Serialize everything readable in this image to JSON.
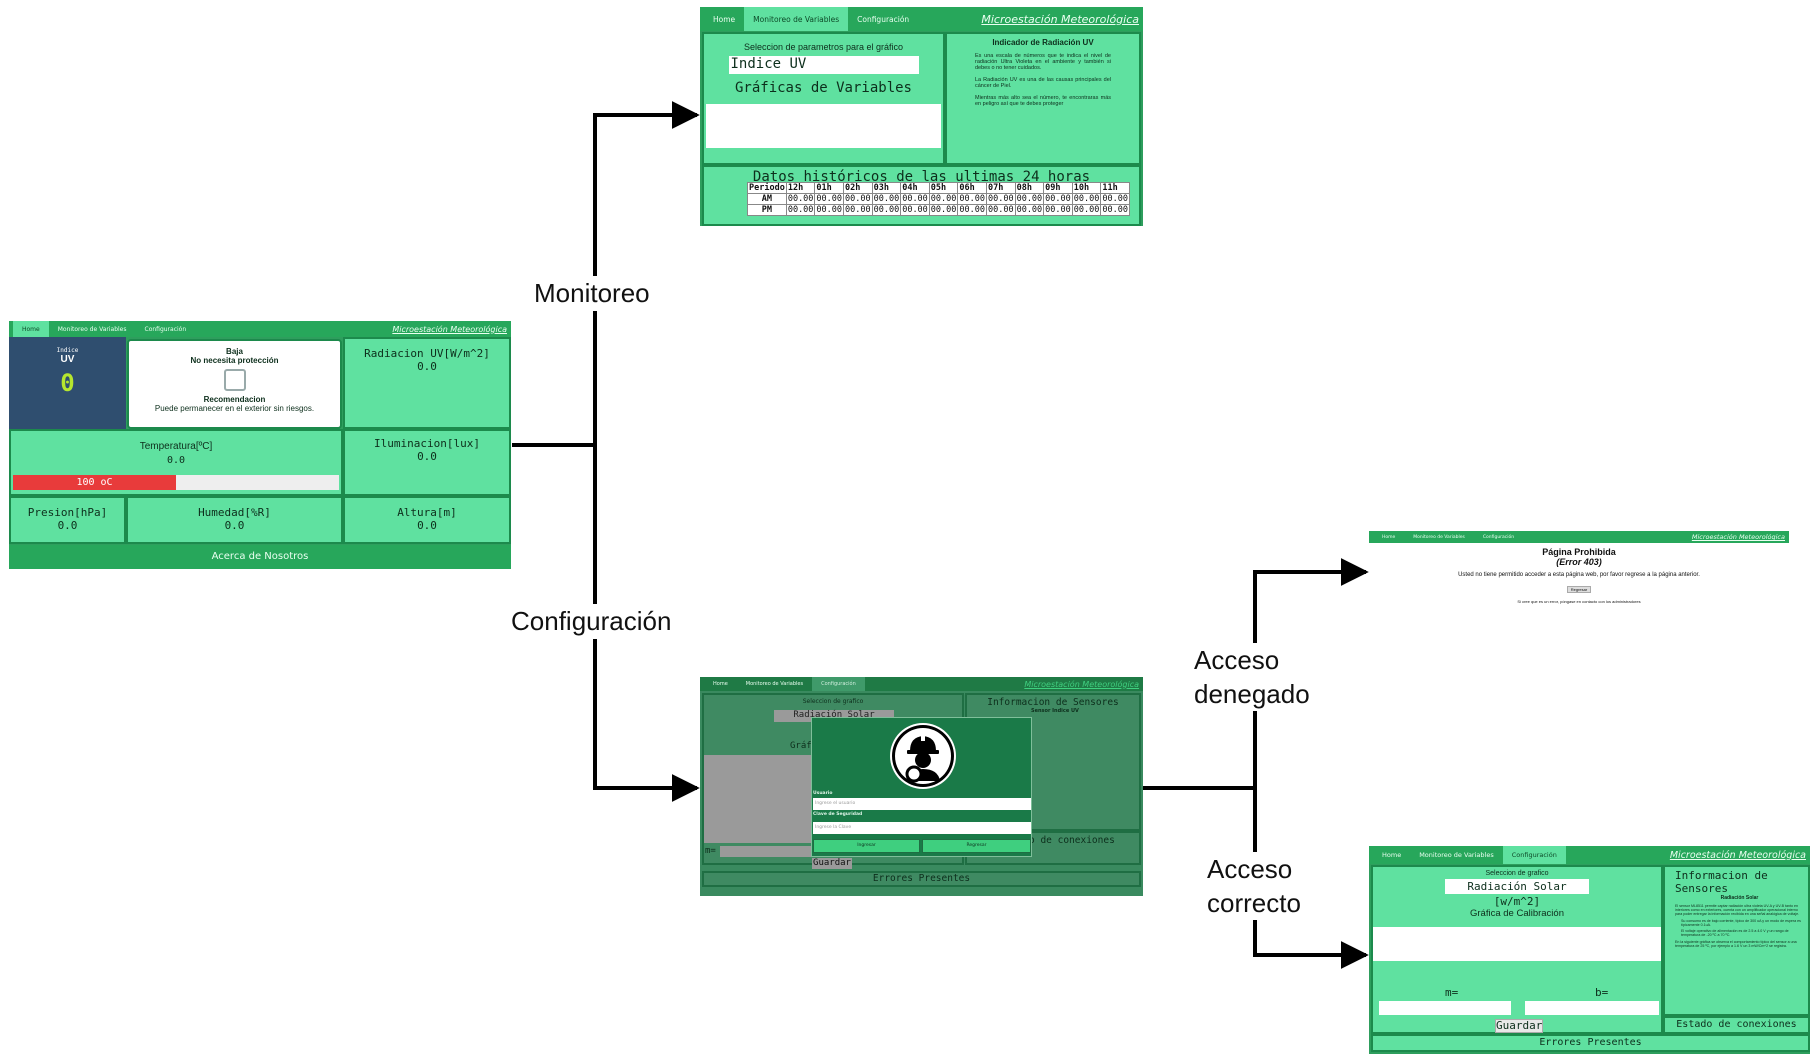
{
  "edges": {
    "monitoreo": "Monitoreo",
    "configuracion": "Configuración",
    "denegado_l1": "Acceso",
    "denegado_l2": "denegado",
    "correcto_l1": "Acceso",
    "correcto_l2": "correcto"
  },
  "nav": {
    "home": "Home",
    "monitoreo": "Monitoreo de Variables",
    "configuracion": "Configuración",
    "brand": "Microestación Meteorológica"
  },
  "home": {
    "uv_small": "Indice",
    "uv_title": "UV",
    "uv_value": "0",
    "level": "Baja",
    "level_sub": "No necesita protección",
    "rec_title": "Recomendacion",
    "rec_text": "Puede permanecer en el exterior sin riesgos.",
    "rad_label": "Radiacion UV[W/m^2]",
    "rad_value": "0.0",
    "temp_label": "Temperatura[ºC]",
    "temp_value": "0.0",
    "temp_bar_label": "100 oC",
    "temp_bar_fraction": 0.5,
    "ilum_label": "Iluminacion[lux]",
    "ilum_value": "0.0",
    "pres_label": "Presion[hPa]",
    "pres_value": "0.0",
    "hum_label": "Humedad[%R]",
    "hum_value": "0.0",
    "alt_label": "Altura[m]",
    "alt_value": "0.0",
    "footer": "Acerca de Nosotros"
  },
  "monitor": {
    "select_title": "Seleccion de parametros para el gráfico",
    "select_value": "Indice UV",
    "graph_title": "Gráficas de Variables",
    "info_title": "Indicador de Radiación UV",
    "info_p1": "Es una escala de números que te indica el nivel de radiación Ultra Violeta en el ambiente y también si debes o no tener cuidados.",
    "info_p2": "La Radiación UV es una de las causas principales del cáncer de Piel.",
    "info_p3": "Mientras más alto sea el número, te encontraras más en peligro así que te debes proteger",
    "hist_title": "Datos históricos de las ultimas 24 horas",
    "table_header": [
      "Periodo",
      "12h",
      "01h",
      "02h",
      "03h",
      "04h",
      "05h",
      "06h",
      "07h",
      "08h",
      "09h",
      "10h",
      "11h"
    ],
    "row_am": [
      "AM",
      "00.00",
      "00.00",
      "00.00",
      "00.00",
      "00.00",
      "00.00",
      "00.00",
      "00.00",
      "00.00",
      "00.00",
      "00.00",
      "00.00"
    ],
    "row_pm": [
      "PM",
      "00.00",
      "00.00",
      "00.00",
      "00.00",
      "00.00",
      "00.00",
      "00.00",
      "00.00",
      "00.00",
      "00.00",
      "00.00",
      "00.00"
    ]
  },
  "login": {
    "select_title": "Seleccion de grafico",
    "select_value": "Radiación Solar [w/m^2]",
    "graph_title": "Gráfi",
    "info_title": "Informacion de Sensores",
    "info_sub": "Sensor Indice UV",
    "conn": "o de conexiones",
    "m_label": "m=",
    "save": "Guardar",
    "errors": "Errores Presentes",
    "user_label": "Usuario",
    "user_placeholder": "Ingrese el usuario",
    "key_label": "Clave de Seguridad",
    "key_placeholder": "Ingrese la Clave",
    "btn_enter": "Ingresar",
    "btn_back": "Regresar"
  },
  "forbidden": {
    "title": "Página Prohibida",
    "code": "(Error 403)",
    "text": "Usted no tiene permitido acceder a esta página web, por favor regrese a la página anterior.",
    "button": "Regresar",
    "note": "Si cree que es un error, póngase en contacto con los administradores"
  },
  "config": {
    "select_title": "Seleccion de grafico",
    "select_value": "Radiación Solar [w/m^2]",
    "graph_title": "Gráfica de Calibración",
    "m_label": "m=",
    "b_label": "b=",
    "save": "Guardar",
    "info_title": "Informacion de Sensores",
    "info_sub": "Radiación Solar",
    "info_p1": "El sensor ML8511 permite captar radiación ultra violeta UV-A y UV-B tanto en interiores como en exteriores, cuenta con un amplificador operacional interno para poder entregar la información recibida en una señal analógica de voltaje.",
    "info_b1": "Su consumo es de bajo corriente, típico de 300 uA y un modo de espera es típicamente 0.1uA.",
    "info_b2": "El voltaje operativo de alimentación es de 2.5 a 4.0 V y un rango de temperatura de -20 ºC a 70 ºC.",
    "info_p2": "En la siguiente gráfica se observa el comportamiento típico del sensor a una temperatura de 25 ºC, por ejemplo a 1.6 V un 3 mW/Cm^2 se registra.",
    "conn": "Estado de conexiones",
    "errors": "Errores Presentes"
  },
  "colors": {
    "panel": "#5fe1a0",
    "border": "#1c8a4c",
    "nav": "#27a75b",
    "uv_panel": "#2f4e6f",
    "uv_value": "#b6e62e",
    "temp_bar": "#e83b3b",
    "overlay_dark": "#1a7a48"
  }
}
